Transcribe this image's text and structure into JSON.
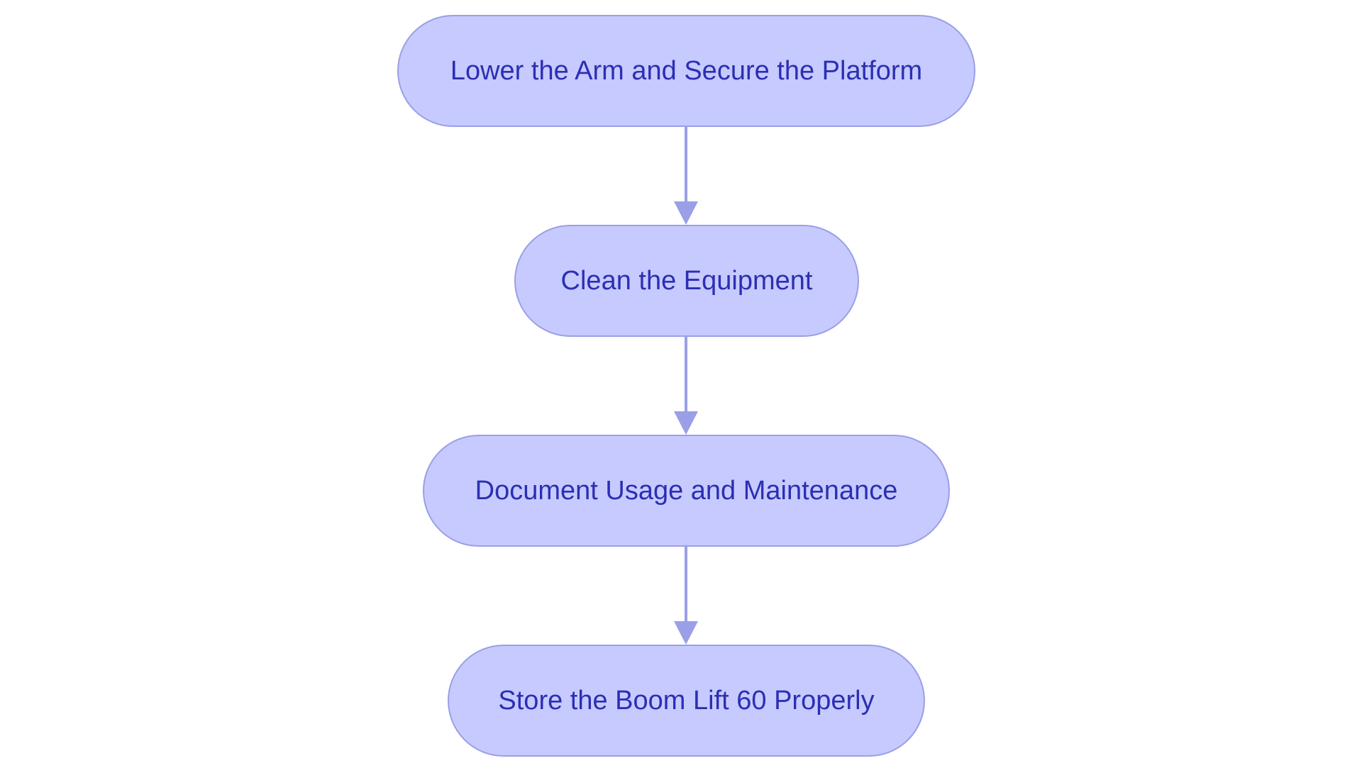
{
  "diagram": {
    "type": "flowchart",
    "direction": "top-to-bottom",
    "colors": {
      "node_fill": "#c7caff",
      "node_border": "#9a9fe6",
      "node_text": "#2b2fb3",
      "connector": "#9a9fe6",
      "background": "#ffffff"
    },
    "nodes": [
      {
        "id": "n1",
        "label": "Lower the Arm and Secure the Platform"
      },
      {
        "id": "n2",
        "label": "Clean the Equipment"
      },
      {
        "id": "n3",
        "label": "Document Usage and Maintenance"
      },
      {
        "id": "n4",
        "label": "Store the Boom Lift 60 Properly"
      }
    ],
    "edges": [
      {
        "from": "n1",
        "to": "n2"
      },
      {
        "from": "n2",
        "to": "n3"
      },
      {
        "from": "n3",
        "to": "n4"
      }
    ]
  }
}
